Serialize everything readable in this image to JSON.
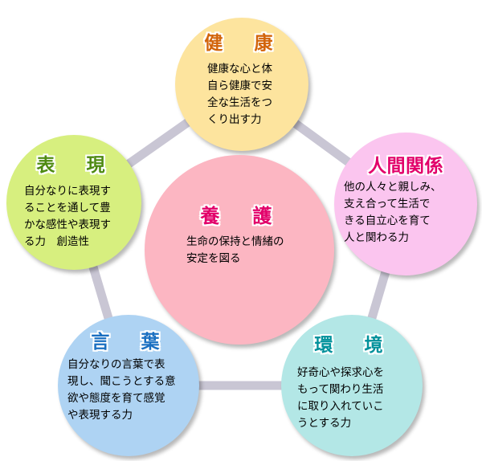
{
  "center": {
    "title": "養　護",
    "text": "生命の保持と情緒の\n安定を図る",
    "fill": "#fcb6c2",
    "title_color": "#e2006a"
  },
  "nodes": [
    {
      "id": "health",
      "title": "健　康",
      "text": "健康な心と体\n自ら健康で安\n全な生活をつ\nくり出す力",
      "fill": "#fde49e",
      "title_color": "#d2640a"
    },
    {
      "id": "relations",
      "title": "人間関係",
      "text": "他の人々と親しみ、\n支え合って生活で\nきる自立心を育て\n人と関わる力",
      "fill": "#fbc5ef",
      "title_color": "#e2006a"
    },
    {
      "id": "environment",
      "title": "環　境",
      "text": "好奇心や探求心を\nもって関わり生活\nに取り入れていこ\nうとする力",
      "fill": "#b3e7e6",
      "title_color": "#00919b"
    },
    {
      "id": "language",
      "title": "言　葉",
      "text": "自分なりの言葉で表\n現し、聞こうとする意\n欲や態度を育て感覚\nや表現する力",
      "fill": "#aed3f3",
      "title_color": "#1a6fc1"
    },
    {
      "id": "expression",
      "title": "表　現",
      "text": "自分なりに表現す\nることを通して豊\nかな感性や表現す\nる力　創造性",
      "fill": "#d7ef7f",
      "title_color": "#4e8a12"
    }
  ],
  "connector_color": "#c9c6d4"
}
